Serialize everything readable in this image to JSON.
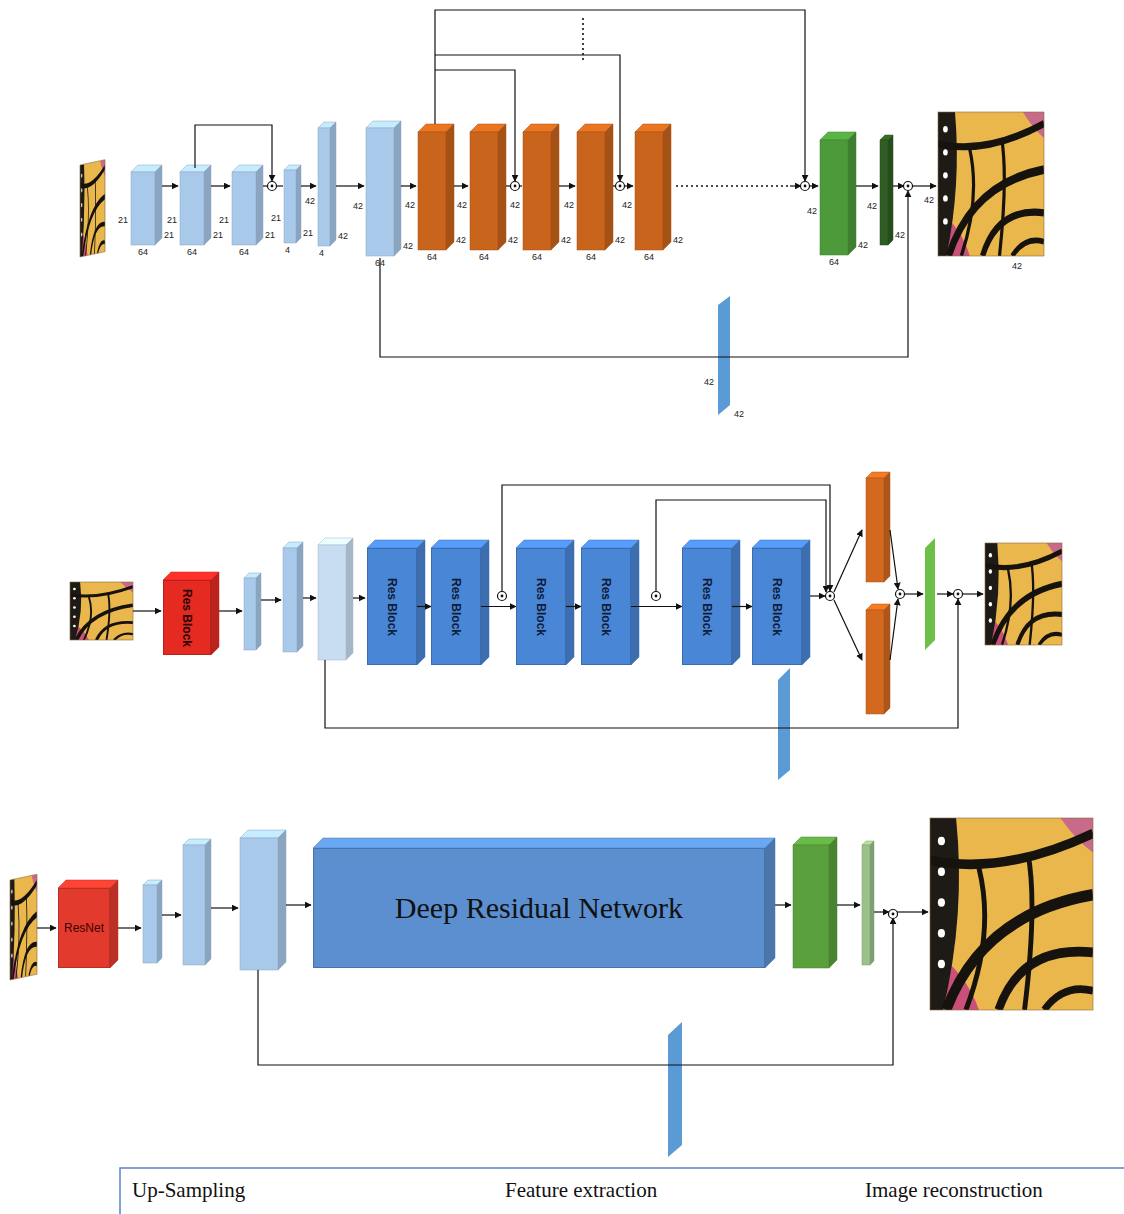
{
  "diagram": {
    "nodes": [
      {
        "text": [
          "Res Block"
        ]
      },
      {
        "text": [
          "Res Block"
        ]
      },
      {
        "text": [
          "Res Block"
        ]
      },
      {
        "text": [
          "Res Block"
        ]
      },
      {
        "text": [
          "Res Block"
        ]
      },
      {
        "text": [
          "Res Block"
        ]
      },
      {
        "text": [
          "Res Block"
        ]
      },
      {
        "text": [
          "ResNet"
        ]
      },
      {
        "text": [
          "Deep Residual Network"
        ]
      }
    ],
    "edges": [
      {
        "from": 1,
        "to": 2,
        "arrow": "to"
      },
      {
        "from": 2,
        "to": 3,
        "arrow": "to"
      },
      {
        "from": 3,
        "to": 4,
        "arrow": "to"
      },
      {
        "from": 4,
        "to": 5,
        "arrow": "to"
      },
      {
        "from": 5,
        "to": 6,
        "arrow": "to"
      }
    ],
    "labels": [
      "21",
      "21",
      "64",
      "21",
      "21",
      "64",
      "21",
      "21",
      "64",
      "21",
      "21",
      "4",
      "42",
      "42",
      "4",
      "42",
      "42",
      "64",
      "42",
      "42",
      "64",
      "42",
      "42",
      "64",
      "42",
      "42",
      "64",
      "42",
      "42",
      "64",
      "42",
      "42",
      "64",
      "42",
      "42",
      "64",
      "42",
      "42",
      "42",
      "42",
      "42",
      "42",
      "Up-Sampling",
      "Feature extraction",
      "Image reconstruction"
    ]
  }
}
